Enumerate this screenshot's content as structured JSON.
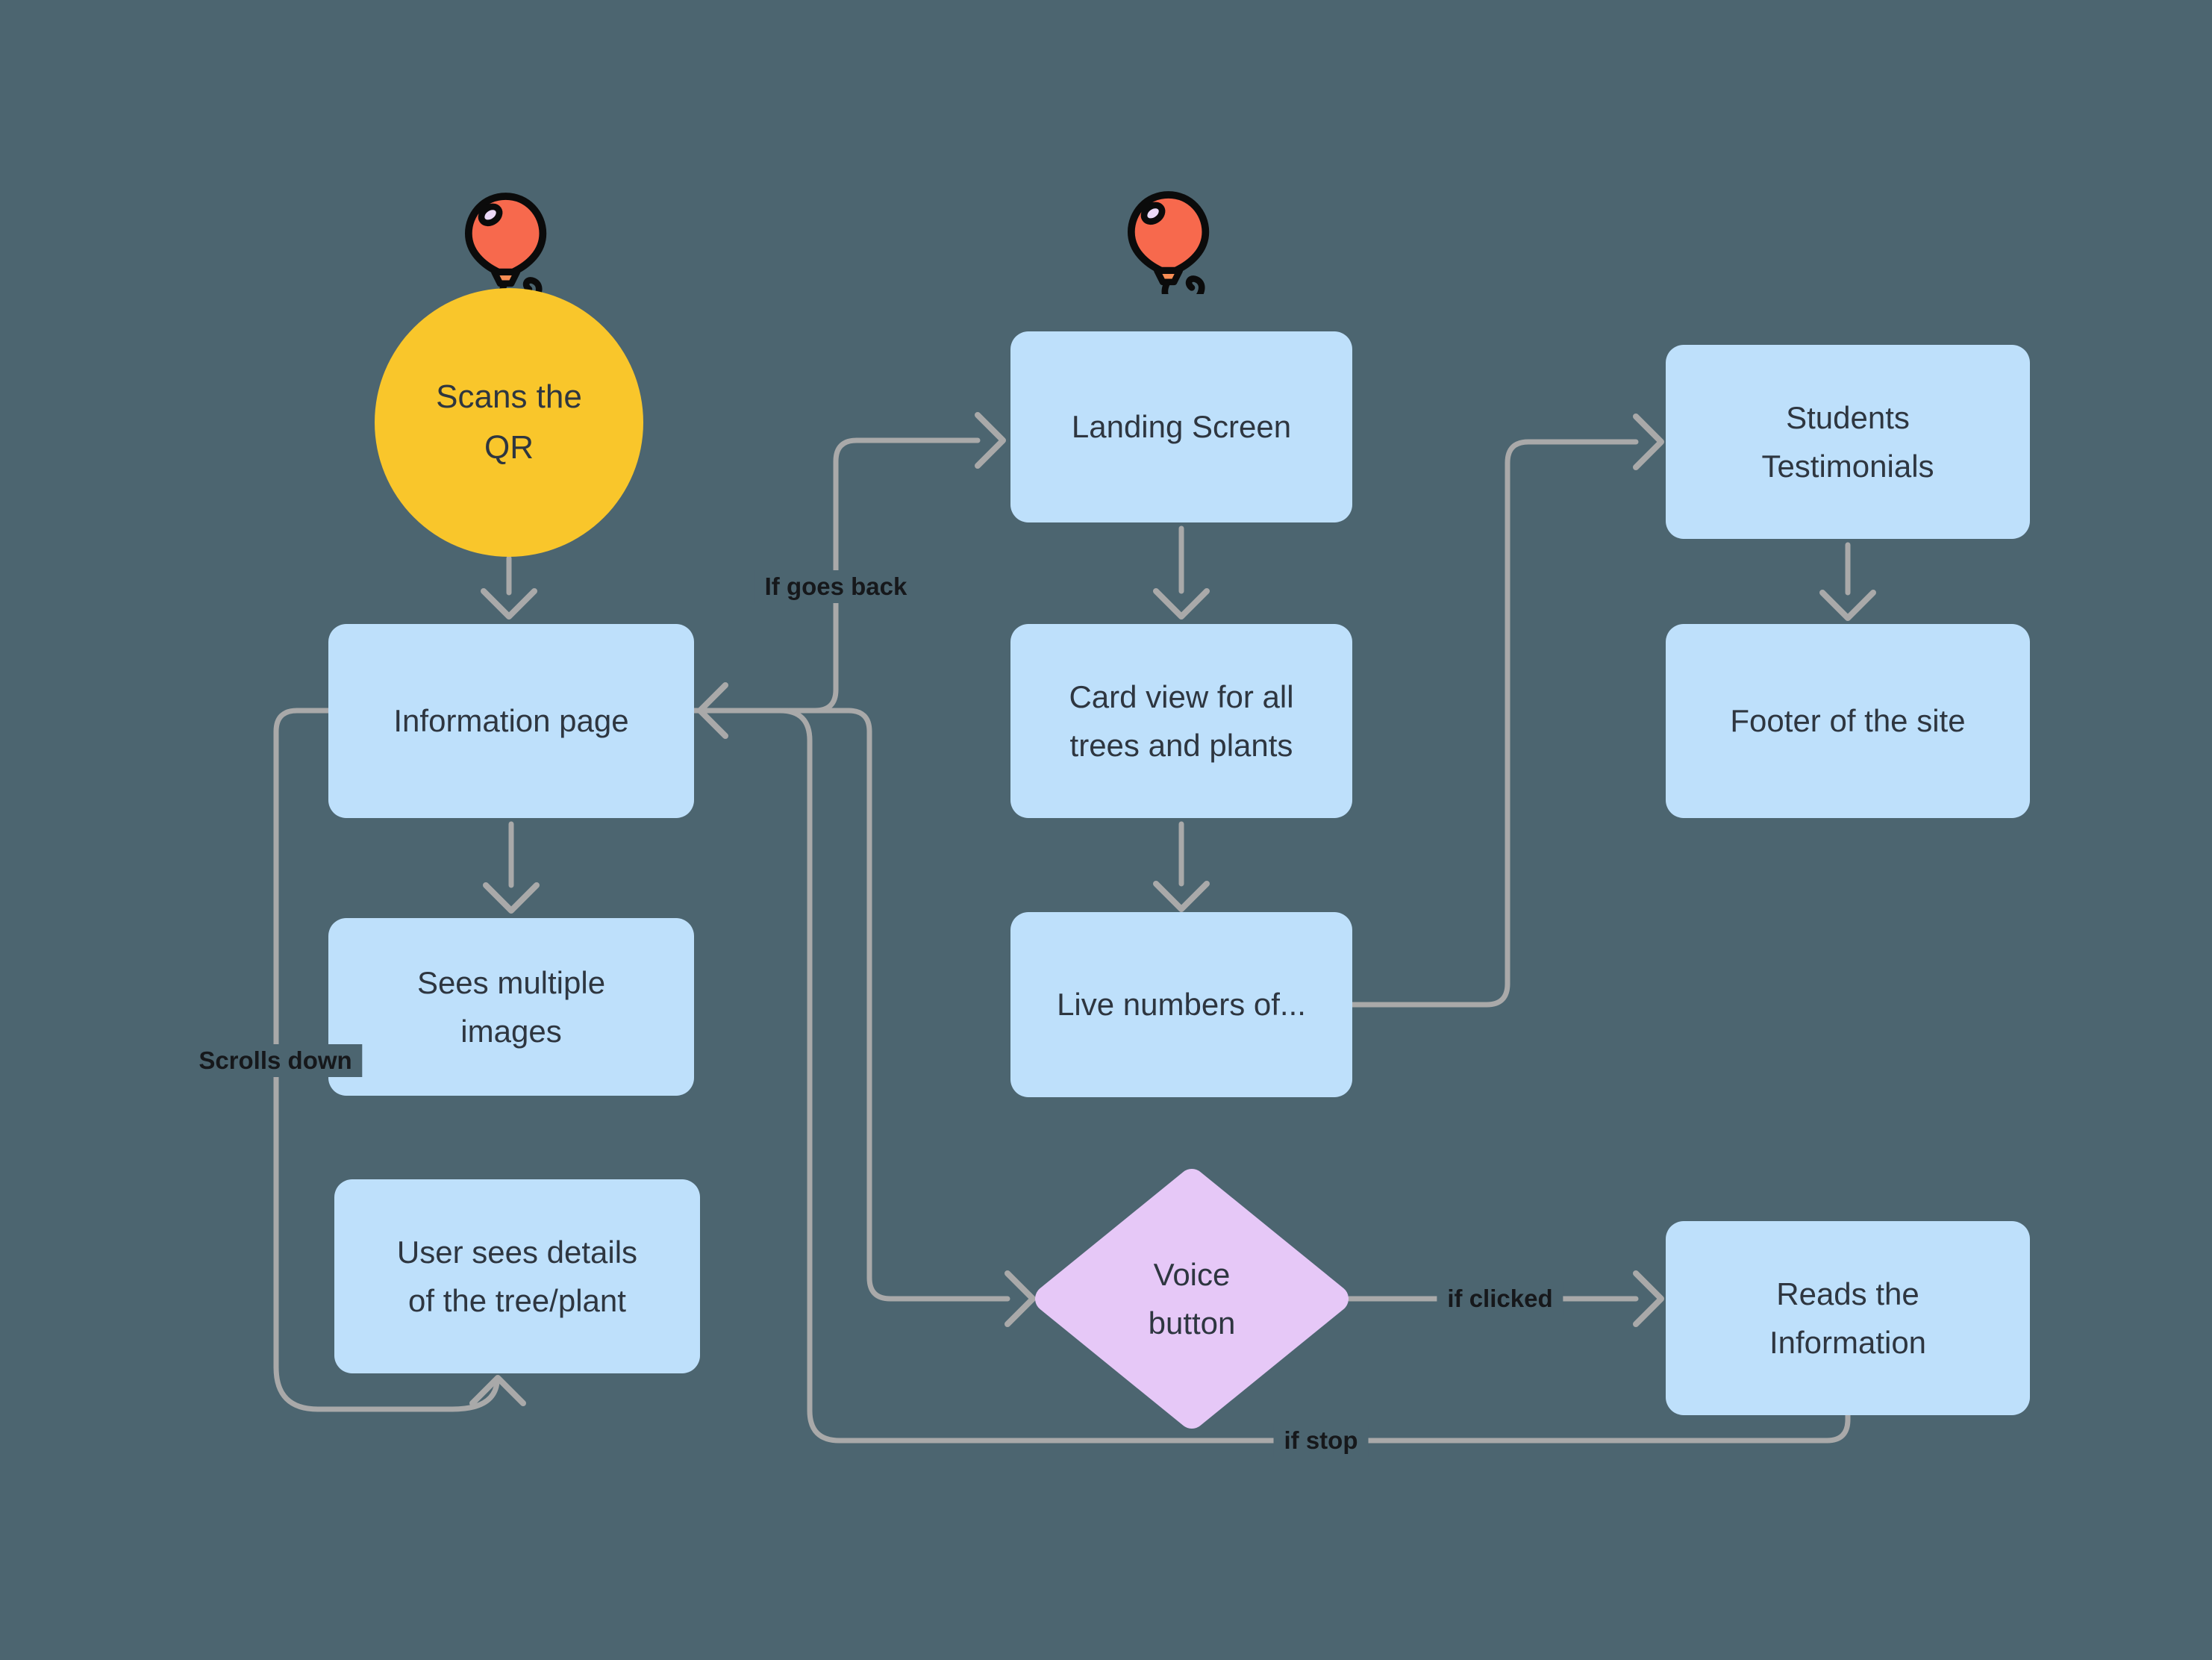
{
  "diagram": {
    "type": "flowchart",
    "colors": {
      "background": "#4C6570",
      "node_blue": "#BEE0FB",
      "node_yellow": "#F9C62B",
      "node_purple": "#E6C8F7",
      "edge_gray": "#A9A9A9",
      "node_text": "#2E3640",
      "balloon_red": "#F7694D"
    },
    "icons": {
      "left_column": "balloon-icon",
      "middle_column": "balloon-icon"
    },
    "nodes": {
      "scan_qr": {
        "shape": "circle",
        "label": "Scans the\nQR"
      },
      "information_page": {
        "shape": "rectangle",
        "label": "Information page"
      },
      "sees_images": {
        "shape": "rectangle",
        "label": "Sees multiple\nimages"
      },
      "user_details": {
        "shape": "rectangle",
        "label": "User sees details\nof the tree/plant"
      },
      "landing": {
        "shape": "rectangle",
        "label": "Landing Screen"
      },
      "card_view": {
        "shape": "rectangle",
        "label": "Card view for all\ntrees and plants"
      },
      "live_numbers": {
        "shape": "rectangle",
        "label": "Live numbers of..."
      },
      "students": {
        "shape": "rectangle",
        "label": "Students\nTestimonials"
      },
      "footer": {
        "shape": "rectangle",
        "label": "Footer of the site"
      },
      "voice": {
        "shape": "diamond",
        "label": "Voice\nbutton"
      },
      "reads": {
        "shape": "rectangle",
        "label": "Reads the\nInformation"
      }
    },
    "edges": {
      "scan_to_info": {
        "from": "scan_qr",
        "to": "information_page",
        "label": ""
      },
      "info_to_sees": {
        "from": "information_page",
        "to": "sees_images",
        "label": ""
      },
      "scrolls_loop": {
        "from": "information_page",
        "to": "user_details",
        "label": "Scrolls down"
      },
      "landing_to_card": {
        "from": "landing",
        "to": "card_view",
        "label": ""
      },
      "card_to_live": {
        "from": "card_view",
        "to": "live_numbers",
        "label": ""
      },
      "live_to_students": {
        "from": "live_numbers",
        "to": "students",
        "label": ""
      },
      "students_to_footer": {
        "from": "students",
        "to": "footer",
        "label": ""
      },
      "info_to_landing": {
        "from": "information_page",
        "to": "landing",
        "label": "If goes back"
      },
      "info_to_voice": {
        "from": "information_page",
        "to": "voice",
        "label": ""
      },
      "voice_to_reads": {
        "from": "voice",
        "to": "reads",
        "label": "if clicked"
      },
      "reads_to_info": {
        "from": "reads",
        "to": "information_page",
        "label": "if stop"
      }
    }
  }
}
